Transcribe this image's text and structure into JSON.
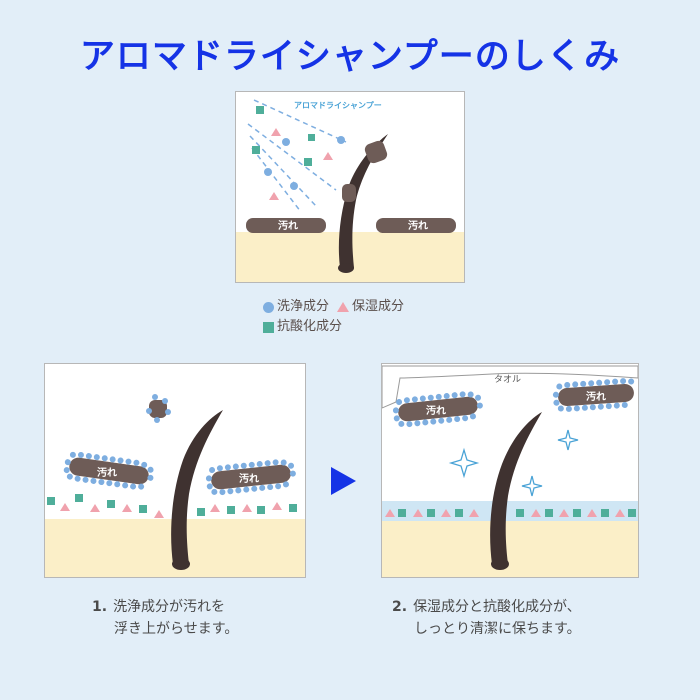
{
  "title": "アロマドライシャンプーのしくみ",
  "top_panel": {
    "product_label": "アロマドライシャンプー",
    "dirt_label": "汚れ"
  },
  "legend": {
    "wash": "洗浄成分",
    "moisture": "保湿成分",
    "antioxidant": "抗酸化成分"
  },
  "step1": {
    "dirt_label": "汚れ",
    "number": "1.",
    "caption_line1": "洗浄成分が汚れを",
    "caption_line2": "浮き上がらせます。"
  },
  "step2": {
    "towel_label": "タオル",
    "dirt_label": "汚れ",
    "number": "2.",
    "caption_line1": "保湿成分と抗酸化成分が、",
    "caption_line2": "しっとり清潔に保ちます。"
  },
  "colors": {
    "title": "#1533e6",
    "arrow": "#1533e6",
    "wash": "#7eaee0",
    "moisture": "#f0a2ad",
    "antioxidant": "#4fae9a",
    "dirt": "#6e5c57",
    "hair": "#3f3230",
    "scalp": "#fbefc8",
    "moist_layer": "#cfe6f4"
  }
}
